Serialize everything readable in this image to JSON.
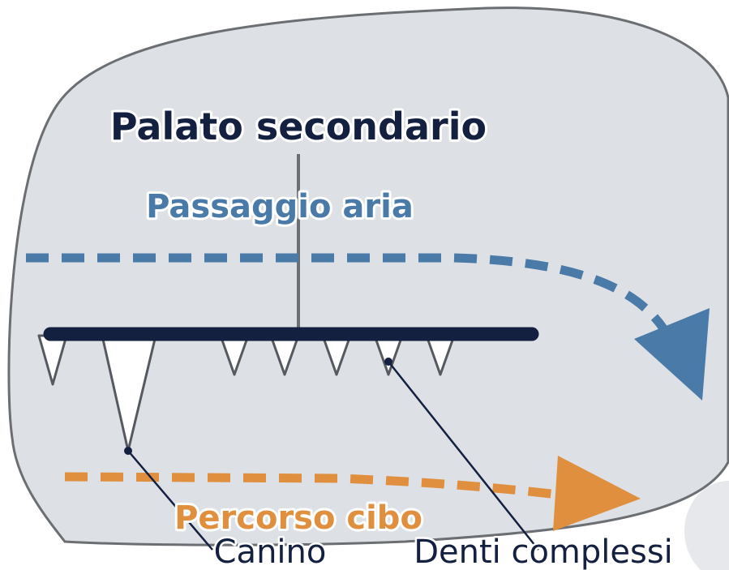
{
  "labels": {
    "secondary_palate": "Palato secondario",
    "air_passage": "Passaggio aria",
    "food_path": "Percorso cibo",
    "canine": "Canino",
    "complex_teeth": "Denti complessi"
  },
  "colors": {
    "background": "#ffffff",
    "skull_fill": "#dde0e4",
    "skull_outline": "#6b6e72",
    "palate": "#132040",
    "air": "#4a7aa8",
    "food": "#e08f3f",
    "tooth_fill": "#ffffff",
    "tooth_outline": "#555a60",
    "leader_line": "#132040"
  }
}
